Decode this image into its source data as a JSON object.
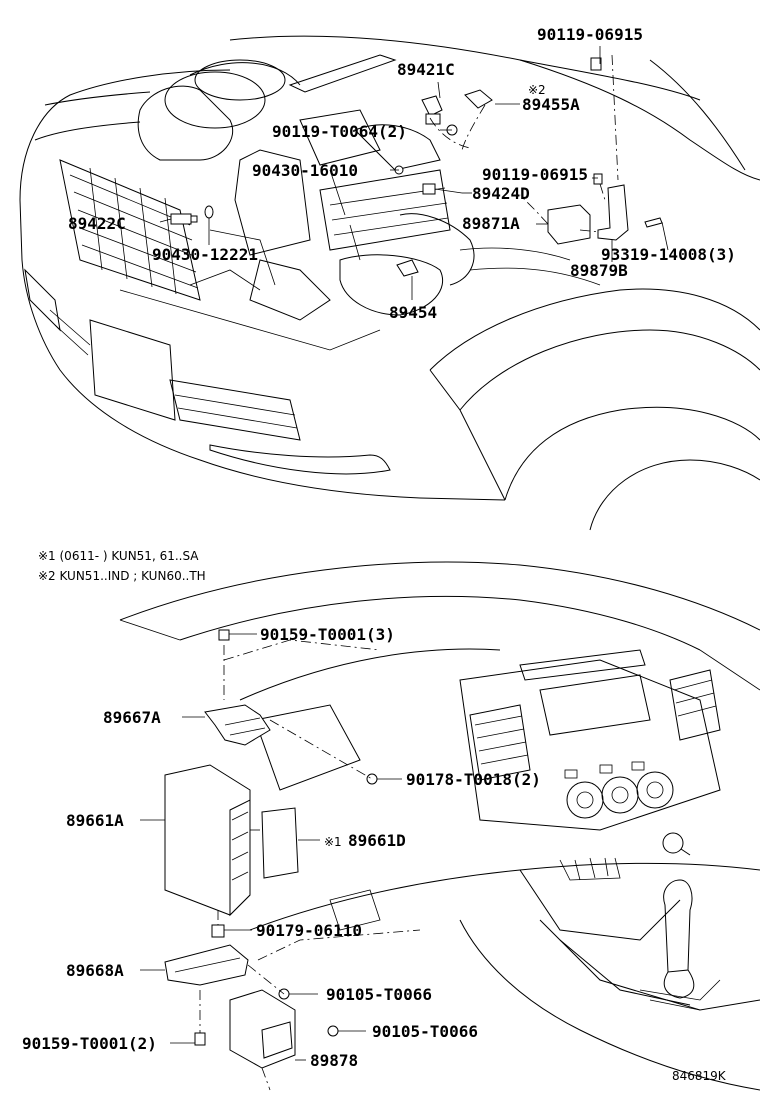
{
  "notes": {
    "note1": "※1 (0611-      ) KUN51, 61..SA",
    "note2": "※2  KUN51..IND ; KUN60..TH",
    "mark2": "※2",
    "mark1": "※1"
  },
  "parts": {
    "p90119_06915_top": "90119-06915",
    "p89421C": "89421C",
    "p89455A": "89455A",
    "p90119_T0064": "90119-T0064(2)",
    "p90430_16010": "90430-16010",
    "p90119_06915_mid": "90119-06915",
    "p89424D": "89424D",
    "p89422C": "89422C",
    "p89871A": "89871A",
    "p93319_14008": "93319-14008(3)",
    "p90430_12221": "90430-12221",
    "p89879B": "89879B",
    "p89454": "89454",
    "p90159_T0001_top": "90159-T0001(3)",
    "p89667A": "89667A",
    "p90178_T0018": "90178-T0018(2)",
    "p89661A": "89661A",
    "p89661D": "89661D",
    "p90179_06110": "90179-06110",
    "p89668A": "89668A",
    "p90105_T0066_a": "90105-T0066",
    "p90105_T0066_b": "90105-T0066",
    "p90159_T0001_bot": "90159-T0001(2)",
    "p89878": "89878"
  },
  "diagram_ref": "846819K"
}
